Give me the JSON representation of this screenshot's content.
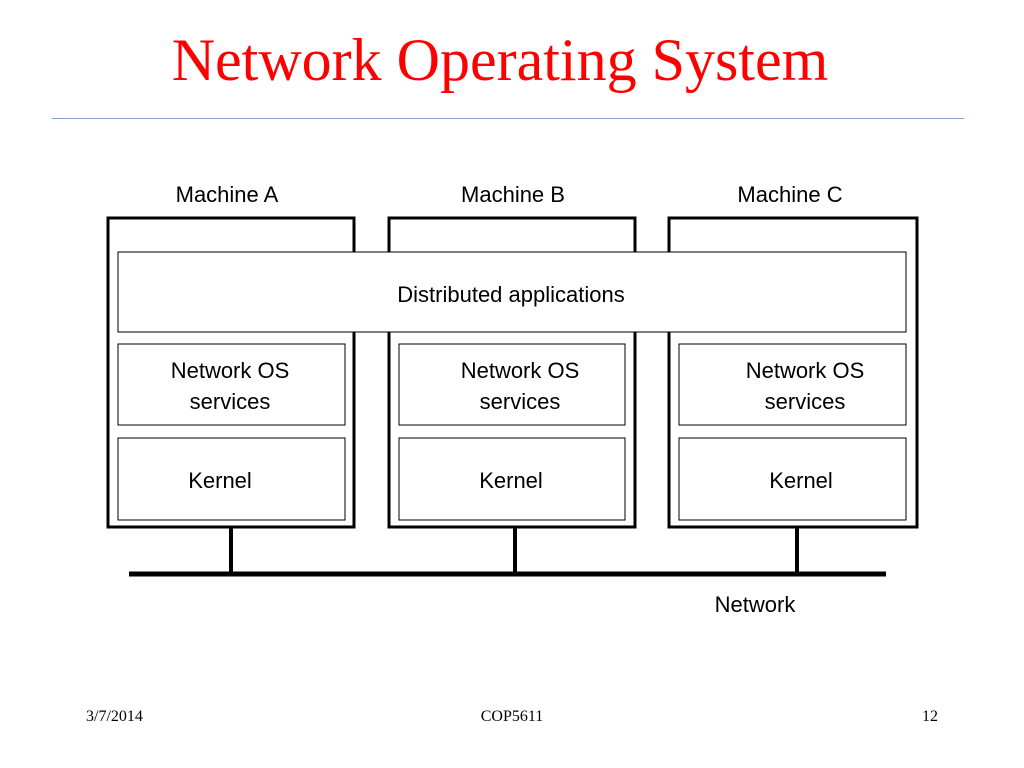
{
  "slide": {
    "title": "Network Operating System",
    "title_color": "#ff0000",
    "rule_color": "#7f9fcf"
  },
  "diagram": {
    "machines": [
      {
        "label": "Machine A",
        "services": [
          "Network OS",
          "services"
        ],
        "kernel": "Kernel"
      },
      {
        "label": "Machine B",
        "services": [
          "Network OS",
          "services"
        ],
        "kernel": "Kernel"
      },
      {
        "label": "Machine C",
        "services": [
          "Network OS",
          "services"
        ],
        "kernel": "Kernel"
      }
    ],
    "distributed_applications": "Distributed applications",
    "network_label": "Network"
  },
  "footer": {
    "date": "3/7/2014",
    "course": "COP5611",
    "page": "12"
  }
}
